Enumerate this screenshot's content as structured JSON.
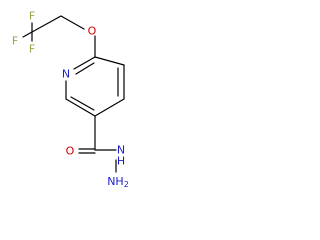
{
  "molecule": {
    "atoms": {
      "f_top": {
        "symbol": "F",
        "color": "#8fa84a"
      },
      "f_left": {
        "symbol": "F",
        "color": "#8fa84a"
      },
      "f_bottom": {
        "symbol": "F",
        "color": "#8fa84a"
      },
      "o_ether": {
        "symbol": "O",
        "color": "#cc0000"
      },
      "n_ring": {
        "symbol": "N",
        "color": "#1d1dcc"
      },
      "o_carbonyl": {
        "symbol": "O",
        "color": "#cc0000"
      },
      "n_hydrazide": {
        "symbol": "N",
        "color": "#1d1dcc"
      },
      "h_hydrazide": {
        "symbol": "H",
        "color": "#1d1dcc"
      },
      "nh2_group": {
        "symbol": "NH",
        "subscript": "2",
        "color": "#1d1dcc"
      }
    }
  }
}
